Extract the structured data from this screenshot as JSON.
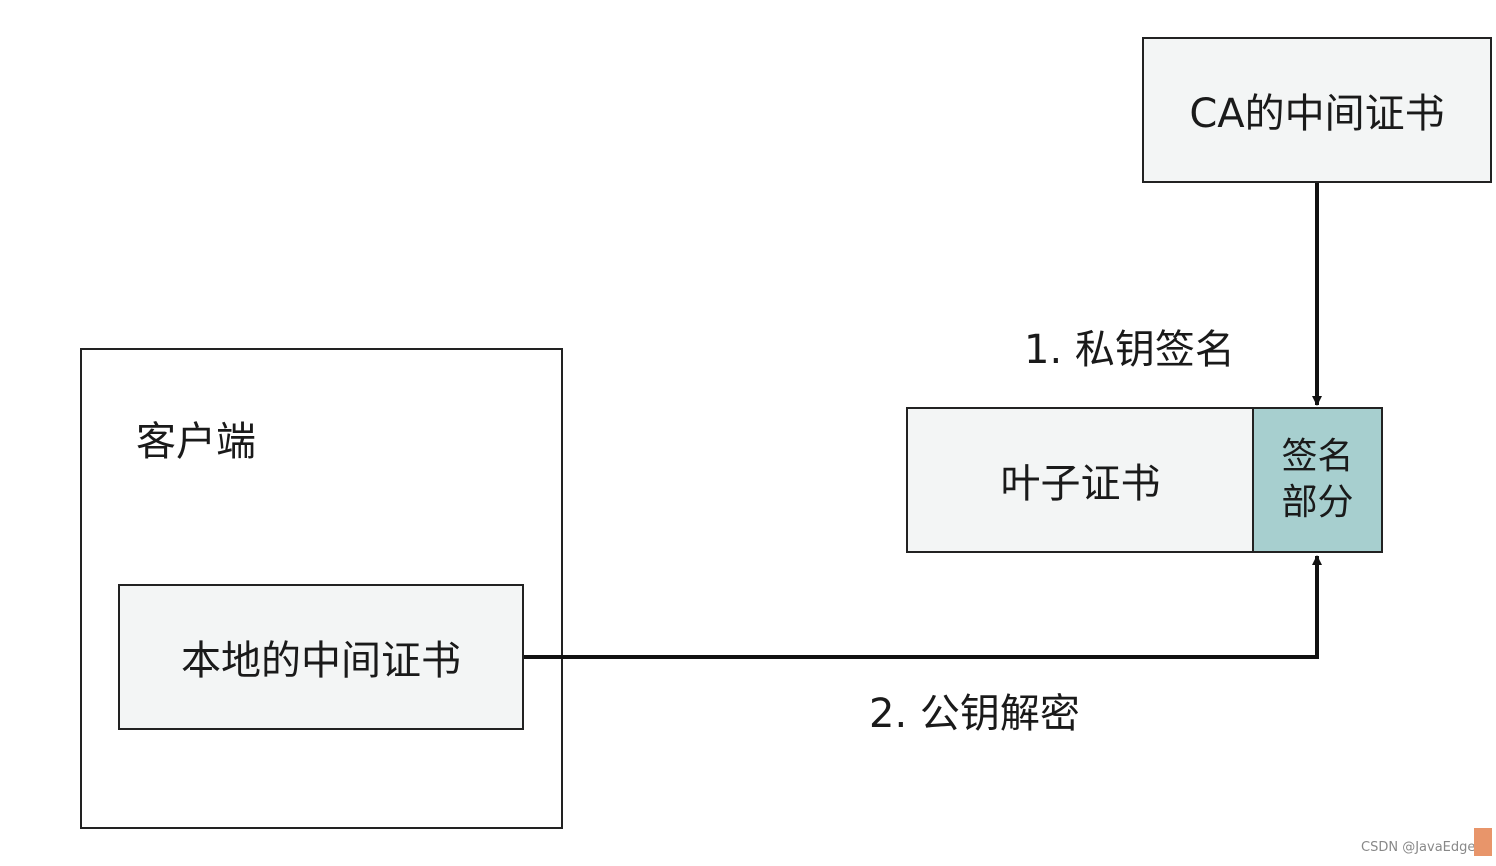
{
  "client": {
    "title": "客户端",
    "local_cert_label": "本地的中间证书"
  },
  "ca_cert": {
    "label": "CA的中间证书"
  },
  "leaf_cert": {
    "label": "叶子证书",
    "signature_line1": "签名",
    "signature_line2": "部分"
  },
  "steps": {
    "step1": "1. 私钥签名",
    "step2": "2. 公钥解密"
  },
  "watermark": "CSDN @JavaEdge.",
  "colors": {
    "box_fill": "#f3f5f5",
    "signature_fill": "#a7cfcf",
    "stroke": "#222222",
    "corner_tab": "#e8956a"
  }
}
